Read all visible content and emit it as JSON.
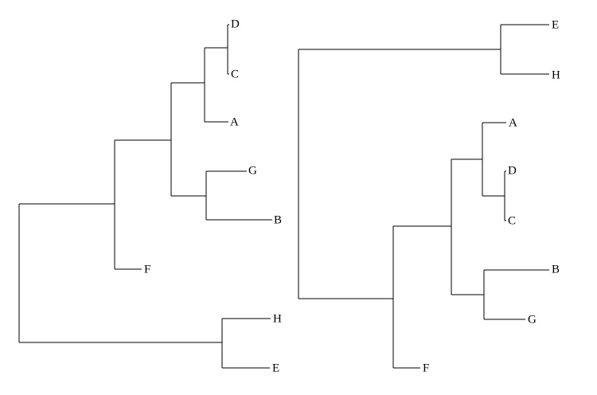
{
  "figure": {
    "line_color": "#000000",
    "background_color": "#ffffff"
  },
  "trees": [
    {
      "id": "left-tree",
      "leaves": [
        "D",
        "C",
        "A",
        "G",
        "B",
        "F",
        "H",
        "E"
      ]
    },
    {
      "id": "right-tree",
      "leaves": [
        "E",
        "H",
        "A",
        "D",
        "C",
        "B",
        "G",
        "F"
      ]
    }
  ]
}
